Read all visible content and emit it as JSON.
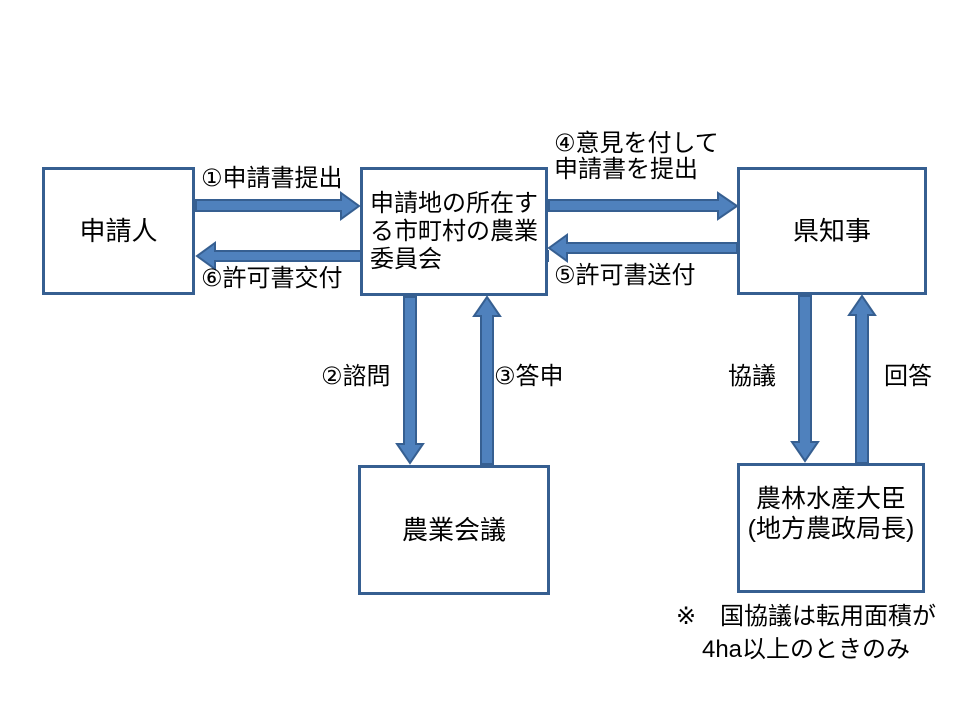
{
  "diagram": {
    "kind": "process-flow",
    "colors": {
      "box_border": "#365f91",
      "arrow_fill": "#4f81bd",
      "arrow_outline": "#365f91",
      "text": "#000000",
      "background": "#ffffff"
    },
    "nodes": {
      "applicant": {
        "label": "申請人"
      },
      "committee": {
        "label": "申請地の所在する市町村の農業委員会"
      },
      "governor": {
        "label": "県知事"
      },
      "conference": {
        "label": "農業会議"
      },
      "minister": {
        "label": "農林水産大臣\n(地方農政局長)"
      }
    },
    "edges": {
      "e1": {
        "from": "applicant",
        "to": "committee",
        "direction": "right",
        "label": "①申請書提出"
      },
      "e6": {
        "from": "committee",
        "to": "applicant",
        "direction": "left",
        "label": "⑥許可書交付"
      },
      "e4": {
        "from": "committee",
        "to": "governor",
        "direction": "right",
        "label": "④意見を付して\n申請書を提出"
      },
      "e5": {
        "from": "governor",
        "to": "committee",
        "direction": "left",
        "label": "⑤許可書送付"
      },
      "e2": {
        "from": "committee",
        "to": "conference",
        "direction": "down",
        "label": "②諮問"
      },
      "e3": {
        "from": "conference",
        "to": "committee",
        "direction": "up",
        "label": "③答申"
      },
      "consult": {
        "from": "governor",
        "to": "minister",
        "direction": "down",
        "label": "協議"
      },
      "reply": {
        "from": "minister",
        "to": "governor",
        "direction": "up",
        "label": "回答"
      }
    },
    "note": "※　国協議は転用面積が\n4ha以上のときのみ"
  }
}
